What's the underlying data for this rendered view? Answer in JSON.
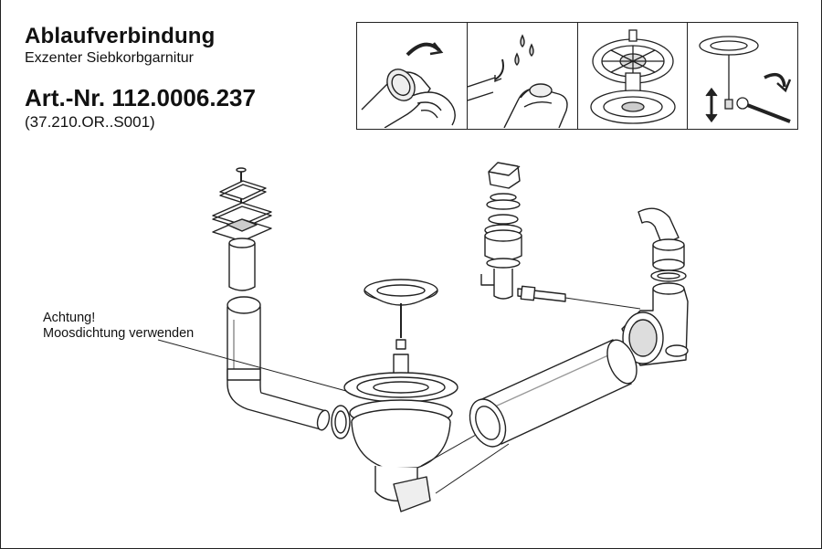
{
  "header": {
    "title": "Ablaufverbindung",
    "subtitle": "Exzenter Siebkorbgarnitur",
    "article_number": "Art.-Nr. 112.0006.237",
    "reference": "(37.210.OR..S001)"
  },
  "note": {
    "line1": "Achtung!",
    "line2": "Moosdichtung verwenden"
  },
  "steps": [
    {
      "icon": "twist-remove-strainer-icon"
    },
    {
      "icon": "hand-water-drops-icon"
    },
    {
      "icon": "strainer-basket-top-view-icon"
    },
    {
      "icon": "wrench-adjust-height-icon"
    }
  ],
  "colors": {
    "line": "#222222",
    "fill": "#ffffff",
    "shade": "#d9d9d9"
  }
}
